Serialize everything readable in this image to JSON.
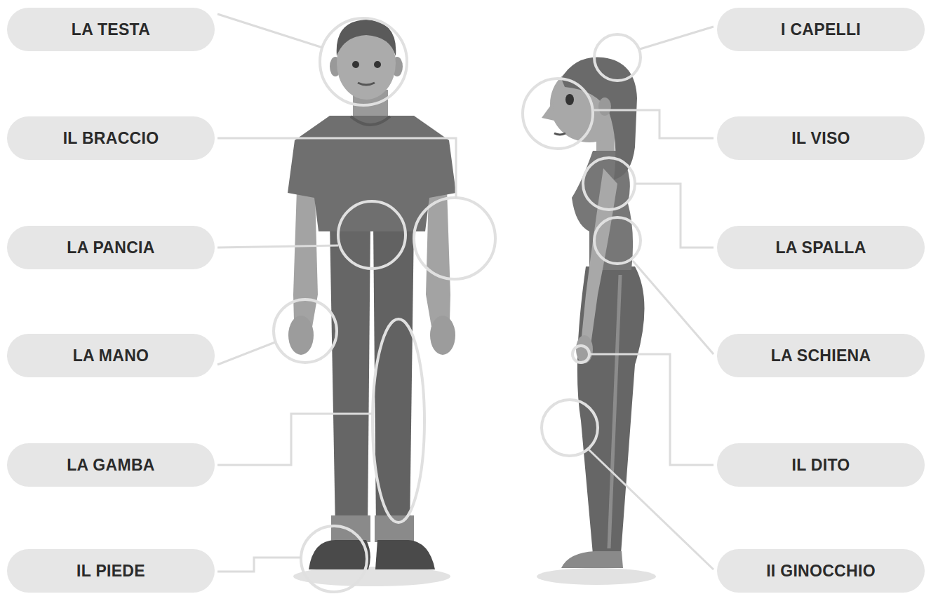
{
  "diagram": {
    "nodes": [
      {
        "text": [
          "LA TESTA"
        ]
      },
      {
        "text": [
          "I CAPELLI"
        ]
      },
      {
        "text": [
          "IL BRACCIO"
        ]
      },
      {
        "text": [
          "IL VISO"
        ]
      },
      {
        "text": [
          "LA PANCIA"
        ]
      },
      {
        "text": [
          "LA SPALLA"
        ]
      },
      {
        "text": [
          "LA MANO"
        ]
      },
      {
        "text": [
          "LA SCHIENA"
        ]
      },
      {
        "text": [
          "LA GAMBA"
        ]
      },
      {
        "text": [
          "IL DITO"
        ]
      },
      {
        "text": [
          "IL PIEDE"
        ]
      },
      {
        "text": [
          "II GINOCCHIO"
        ]
      }
    ]
  }
}
